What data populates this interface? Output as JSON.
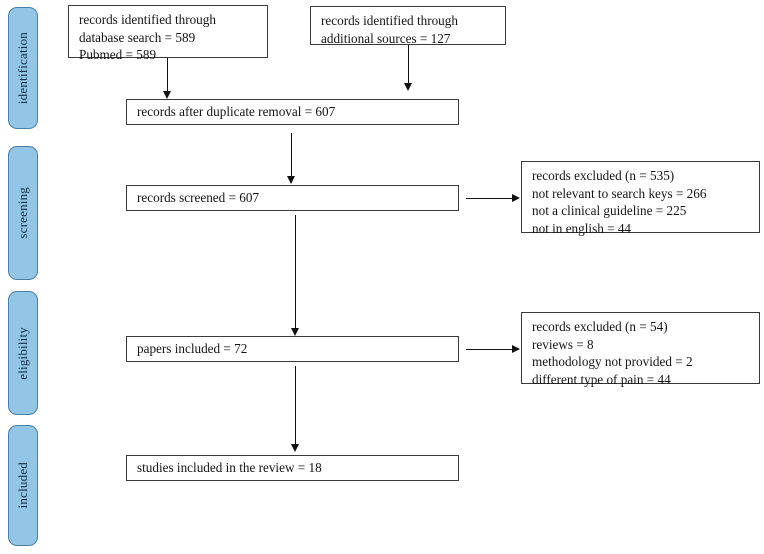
{
  "diagram": {
    "title": "PRISMA study selection flow diagram",
    "type": "flowchart",
    "colors": {
      "stage_fill": "#93c6e6",
      "stage_border": "#4a7fa5",
      "stage_text": "#14304a",
      "box_border": "#3a3a3a",
      "box_fill": "#ffffff",
      "arrow": "#111111",
      "background": "#ffffff"
    }
  },
  "stages": [
    {
      "id": "identification",
      "label": "identification"
    },
    {
      "id": "screening",
      "label": "screening"
    },
    {
      "id": "eligibility",
      "label": "eligibility"
    },
    {
      "id": "included",
      "label": "included"
    }
  ],
  "boxes": {
    "database_search": {
      "lines": [
        "records identified through",
        "database search = 589",
        "Pubmed = 589"
      ]
    },
    "additional_sources": {
      "lines": [
        "records identified through",
        "additional sources = 127"
      ]
    },
    "duplicate_removal": {
      "lines": [
        "records after duplicate removal = 607"
      ]
    },
    "records_screened": {
      "lines": [
        "records screened = 607"
      ]
    },
    "excluded_screening": {
      "lines": [
        "records excluded  (n = 535)",
        "not relevant to search keys = 266",
        "not a clinical guideline = 225",
        "not in english = 44"
      ]
    },
    "papers_included": {
      "lines": [
        "papers included = 72"
      ]
    },
    "excluded_eligibility": {
      "lines": [
        "records excluded (n = 54)",
        "reviews = 8",
        "methodology not provided = 2",
        "different type of pain = 44"
      ]
    },
    "studies_included": {
      "lines": [
        "studies included in the review = 18"
      ]
    }
  },
  "counts": {
    "database_search": 589,
    "pubmed": 589,
    "additional_sources": 127,
    "after_duplicate_removal": 607,
    "records_screened": 607,
    "excluded_screening_total": 535,
    "not_relevant_to_search_keys": 266,
    "not_a_clinical_guideline": 225,
    "not_in_english": 44,
    "papers_included": 72,
    "excluded_eligibility_total": 54,
    "reviews": 8,
    "methodology_not_provided": 2,
    "different_type_of_pain": 44,
    "studies_included_in_review": 18
  }
}
